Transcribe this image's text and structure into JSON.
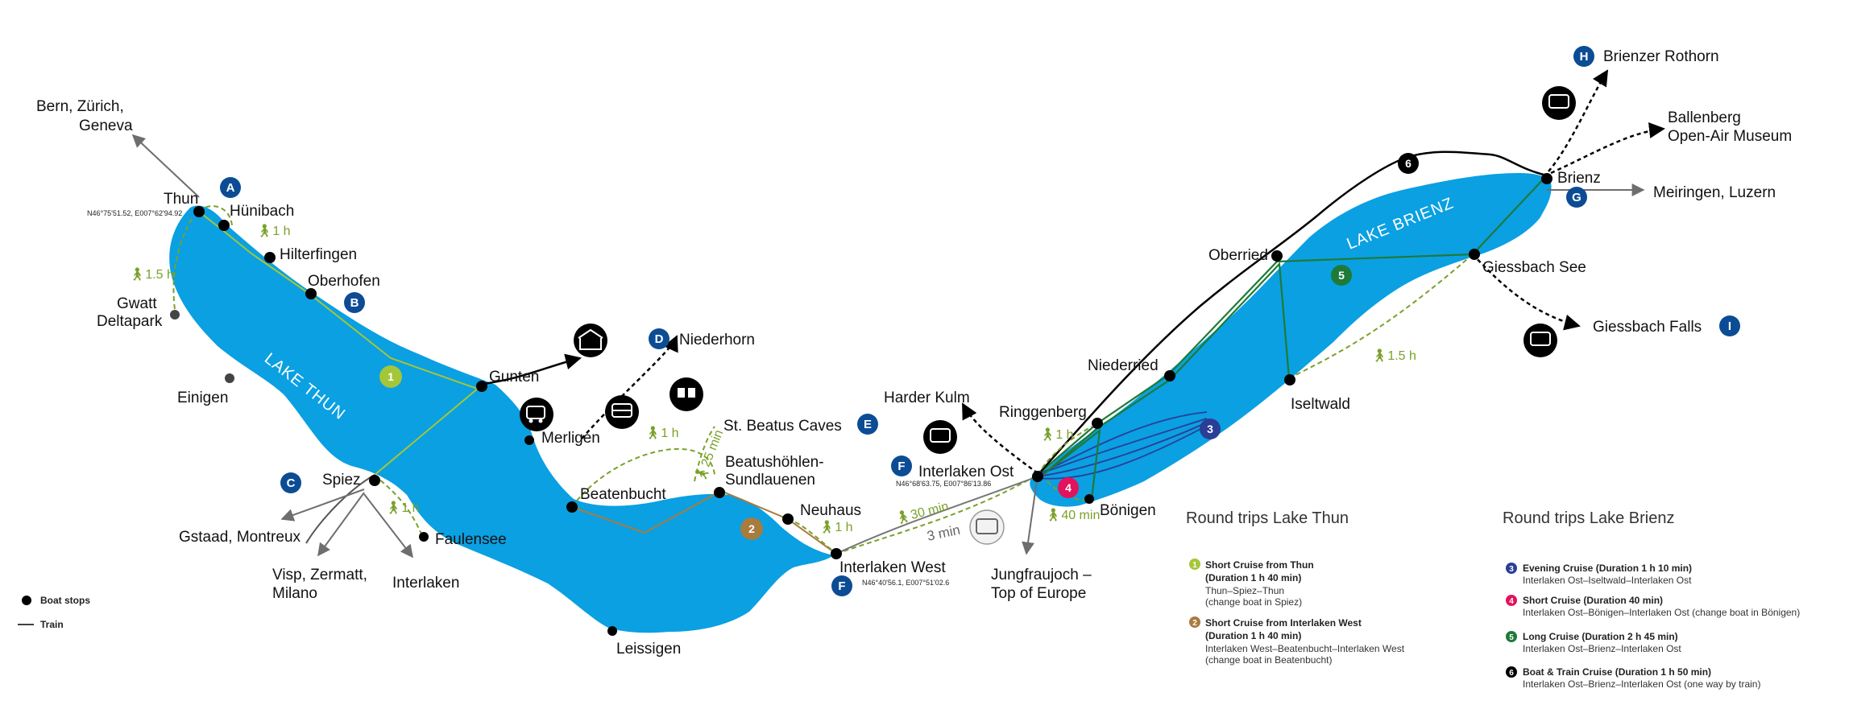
{
  "colors": {
    "lake": "#0aa0e2",
    "badge": "#0c4c94",
    "walk": "#7aa12a",
    "route1": "#a4c639",
    "route2": "#a87b3e",
    "route3": "#2a3e96",
    "route4": "#e2125c",
    "route5": "#1e7a37",
    "route6": "#000000"
  },
  "lakes": {
    "thun": "LAKE THUN",
    "brienz": "LAKE BRIENZ"
  },
  "places": {
    "bern": "Bern, Zürich,",
    "bern2": "Geneva",
    "thun": "Thun",
    "thun_coord": "N46°75'51.52, E007°62'94.92",
    "hunibach": "Hünibach",
    "hilterfingen": "Hilterfingen",
    "oberhofen": "Oberhofen",
    "gwatt": "Gwatt",
    "gwatt2": "Deltapark",
    "einigen": "Einigen",
    "gunten": "Gunten",
    "merligen": "Merligen",
    "niederhorn": "Niederhorn",
    "beatus_caves": "St. Beatus Caves",
    "beatush1": "Beatushöhlen-",
    "beatush2": "Sundlauenen",
    "beatenbucht": "Beatenbucht",
    "neuhaus": "Neuhaus",
    "spiez": "Spiez",
    "faulensee": "Faulensee",
    "interlaken": "Interlaken",
    "gstaad": "Gstaad, Montreux",
    "visp1": "Visp, Zermatt,",
    "visp2": "Milano",
    "leissigen": "Leissigen",
    "iw": "Interlaken West",
    "iw_coord": "N46°40'56.1, E007°51'02.6",
    "harder": "Harder Kulm",
    "io": "Interlaken Ost",
    "io_coord": "N46°68'63.75, E007°86'13.86",
    "ringgenberg": "Ringgenberg",
    "bonigen": "Bönigen",
    "jung1": "Jungfraujoch –",
    "jung2": "Top of Europe",
    "niederried": "Niederried",
    "oberried": "Oberried",
    "iseltwald": "Iseltwald",
    "giessbach_see": "Giessbach See",
    "giessbach_falls": "Giessbach Falls",
    "brienz": "Brienz",
    "meiringen": "Meiringen, Luzern",
    "rothorn": "Brienzer Rothorn",
    "ballenberg1": "Ballenberg",
    "ballenberg2": "Open-Air Museum"
  },
  "badges": {
    "A": "A",
    "B": "B",
    "C": "C",
    "D": "D",
    "E": "E",
    "F": "F",
    "G": "G",
    "H": "H",
    "I": "I"
  },
  "walks": {
    "w1": "1 h",
    "w2": "1.5 h",
    "w3": "1 h",
    "w4": "1 h",
    "w5": "25 min",
    "w6": "1 h",
    "w7": "30 min",
    "w8": "1 h",
    "w9": "40 min",
    "w10": "1.5 h"
  },
  "train_time": "3 min",
  "routes": {
    "r1": "1",
    "r2": "2",
    "r3": "3",
    "r4": "4",
    "r5": "5",
    "r6": "6"
  },
  "legend_key": {
    "boat": "Boat stops",
    "train": "Train"
  },
  "thun_legend": {
    "heading": "Round trips Lake Thun",
    "items": [
      {
        "num": "1",
        "title": "Short Cruise from Thun",
        "dur": "(Duration 1 h 40 min)",
        "l1": "Thun–Spiez–Thun",
        "l2": "(change boat in Spiez)"
      },
      {
        "num": "2",
        "title": "Short Cruise from Interlaken West",
        "dur": "(Duration 1 h 40 min)",
        "l1": "Interlaken West–Beatenbucht–Interlaken West",
        "l2": "(change boat in Beatenbucht)"
      }
    ]
  },
  "brienz_legend": {
    "heading": "Round trips Lake Brienz",
    "items": [
      {
        "num": "3",
        "title": "Evening Cruise (Duration 1 h 10 min)",
        "l1": "Interlaken Ost–Iseltwald–Interlaken Ost"
      },
      {
        "num": "4",
        "title": "Short Cruise (Duration 40 min)",
        "l1": "Interlaken Ost–Bönigen–Interlaken Ost (change boat in Bönigen)"
      },
      {
        "num": "5",
        "title": "Long Cruise (Duration 2 h 45 min)",
        "l1": "Interlaken Ost–Brienz–Interlaken Ost"
      },
      {
        "num": "6",
        "title": "Boat & Train Cruise (Duration 1 h 50 min)",
        "l1": "Interlaken Ost–Brienz–Interlaken Ost (one way by train)"
      }
    ]
  }
}
